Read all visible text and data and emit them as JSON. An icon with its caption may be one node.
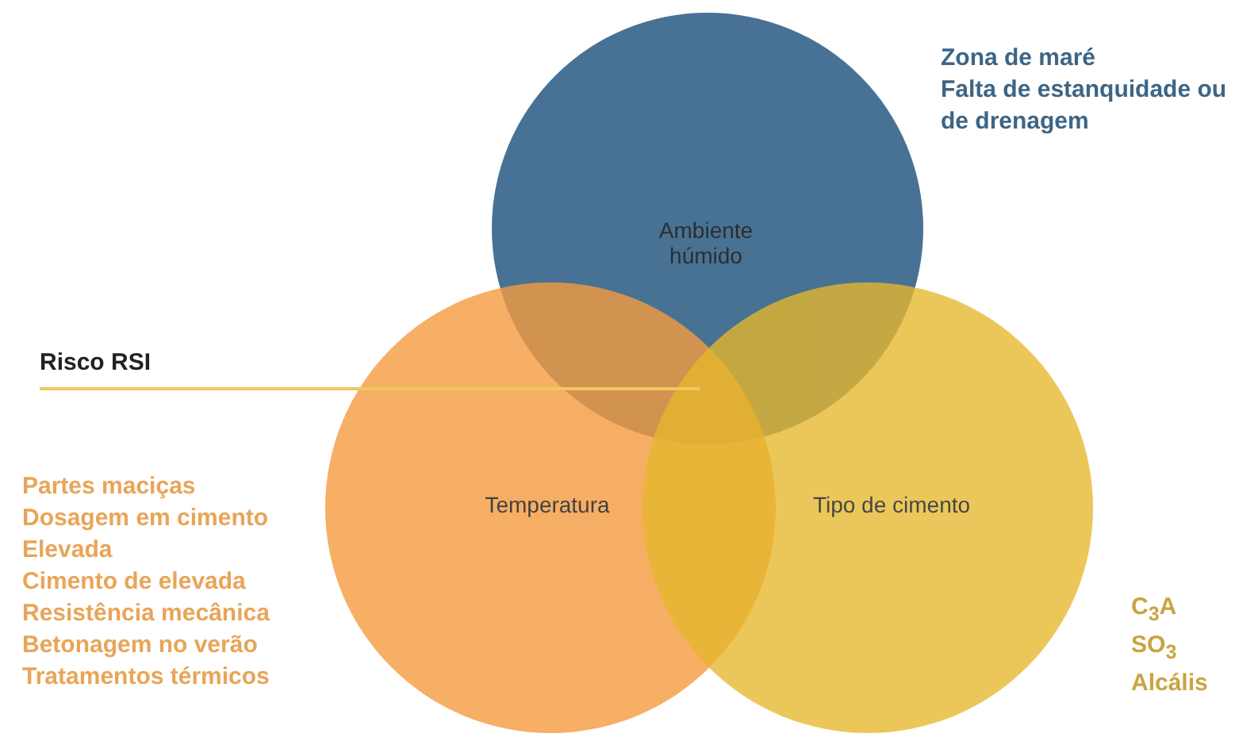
{
  "diagram": {
    "nodes": [
      {
        "text": [
          "Ambiente húmido"
        ],
        "beside": [
          "Zona de maré",
          "Falta de estanquidade ou de drenagem"
        ]
      },
      {
        "text": [
          "Temperatura"
        ],
        "beside": [
          "Partes maciças",
          "Dosagem em cimento Elevada",
          "Cimento de elevada Resistência mecânica",
          "Betonagem no verão",
          "Tratamentos térmicos"
        ]
      },
      {
        "text": [
          "Tipo de cimento"
        ],
        "beside": [
          "C$_{3}$A",
          "SO$_{3}$",
          "Alcális"
        ]
      },
      {
        "text": [
          "Risco RSI"
        ]
      }
    ],
    "edges": [
      {
        "from": 3,
        "to": 0,
        "arrow": "none"
      }
    ]
  }
}
